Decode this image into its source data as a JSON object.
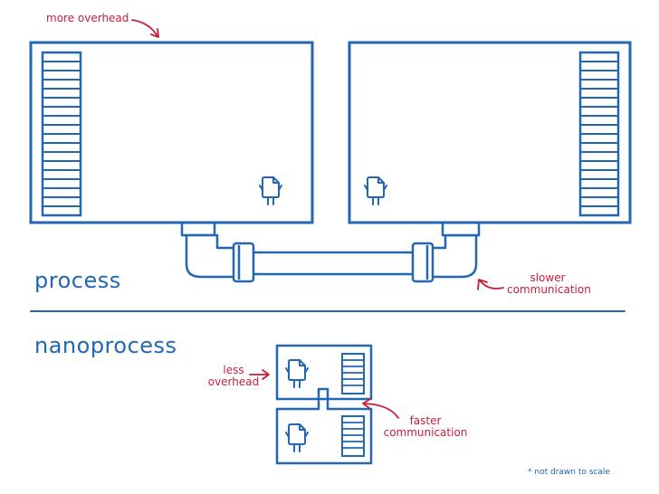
{
  "labels": {
    "more_overhead": "more overhead",
    "process": "process",
    "slower_line1": "slower",
    "slower_line2": "communication",
    "nanoprocess": "nanoprocess",
    "less_line1": "less",
    "less_line2": "overhead",
    "faster_line1": "faster",
    "faster_line2": "communication",
    "footnote": "* not drawn to scale"
  },
  "colors": {
    "diagram_blue": "#2366b2",
    "annotation_red": "#c4203c",
    "background": "#ffffff"
  },
  "icons": [
    "document-character-icon"
  ]
}
